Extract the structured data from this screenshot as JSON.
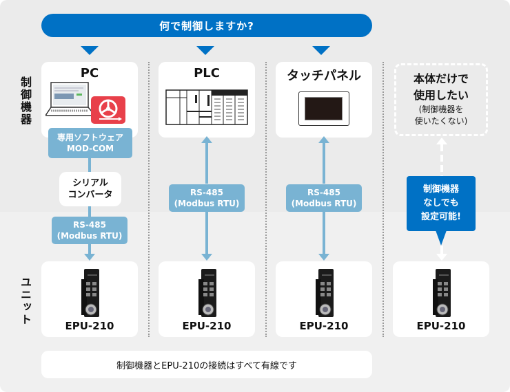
{
  "header": {
    "question": "何で制御しますか?"
  },
  "side_labels": {
    "controllers": "制御機器",
    "unit": "ユニット"
  },
  "columns": [
    {
      "title": "PC",
      "software_label_line1": "専用ソフトウェア",
      "software_label_line2": "MOD-COM",
      "converter_line1": "シリアル",
      "converter_line2": "コンバータ",
      "protocol_line1": "RS-485",
      "protocol_line2": "(Modbus RTU)",
      "unit_name": "EPU-210"
    },
    {
      "title": "PLC",
      "protocol_line1": "RS-485",
      "protocol_line2": "(Modbus RTU)",
      "unit_name": "EPU-210"
    },
    {
      "title": "タッチパネル",
      "protocol_line1": "RS-485",
      "protocol_line2": "(Modbus RTU)",
      "unit_name": "EPU-210"
    },
    {
      "title_line1": "本体だけで",
      "title_line2": "使用したい",
      "subtitle_line1": "(制御機器を",
      "subtitle_line2": "使いたくない)",
      "callout_line1": "制御機器",
      "callout_line2": "なしでも",
      "callout_line3": "設定可能!",
      "unit_name": "EPU-210"
    }
  ],
  "footer": {
    "note": "制御機器とEPU-210の接続はすべて有線です"
  },
  "colors": {
    "accent": "#0071c5",
    "protocol": "#79b3d3",
    "software_icon": "#e8404a"
  }
}
